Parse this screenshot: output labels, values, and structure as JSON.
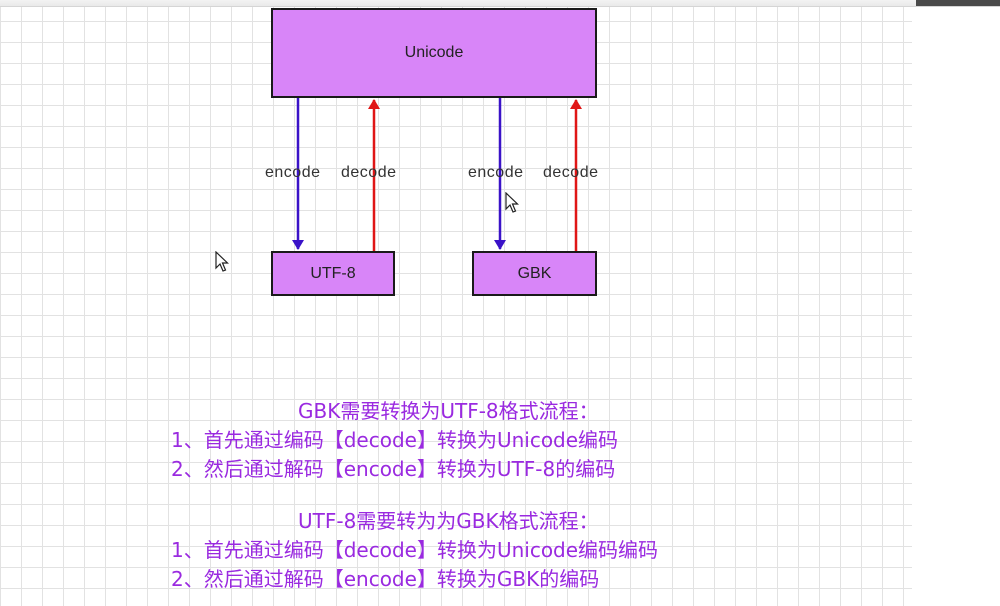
{
  "diagram": {
    "nodes": {
      "unicode": "Unicode",
      "utf8": "UTF-8",
      "gbk": "GBK"
    },
    "edge_labels": {
      "utf8_encode": "encode",
      "utf8_decode": "decode",
      "gbk_encode": "encode",
      "gbk_decode": "decode"
    },
    "colors": {
      "node_fill": "#d885f8",
      "encode_arrow": "#3a12c8",
      "decode_arrow": "#e01616",
      "note_text": "#9a2ae0"
    }
  },
  "notes": {
    "gbk_to_utf8": {
      "title": "GBK需要转换为UTF-8格式流程：",
      "step1": "1、首先通过编码【decode】转换为Unicode编码",
      "step2": "2、然后通过解码【encode】转换为UTF-8的编码"
    },
    "utf8_to_gbk": {
      "title": "UTF-8需要转为为GBK格式流程：",
      "step1": "1、首先通过编码【decode】转换为Unicode编码编码",
      "step2": "2、然后通过解码【encode】转换为GBK的编码"
    }
  }
}
